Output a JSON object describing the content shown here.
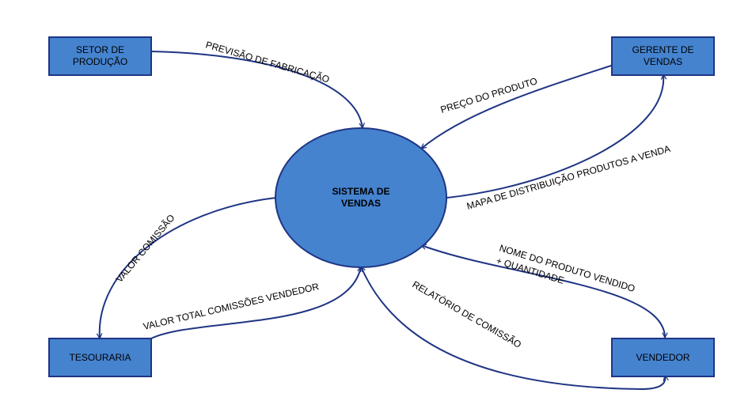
{
  "colors": {
    "box_fill": "#4583cf",
    "box_stroke": "#1f3584",
    "arrow": "#1f3584"
  },
  "center": {
    "line1": "SISTEMA DE",
    "line2": "VENDAS"
  },
  "boxes": {
    "setor": {
      "line1": "SETOR DE",
      "line2": "PRODUÇÃO"
    },
    "gerente": {
      "line1": "GERENTE DE",
      "line2": "VENDAS"
    },
    "tesouraria": {
      "line1": "TESOURARIA"
    },
    "vendedor": {
      "line1": "VENDEDOR"
    }
  },
  "flows": {
    "previsao": "PREVISÃO DE FABRICAÇÃO",
    "preco": "PREÇO DO PRODUTO",
    "mapa": "MAPA DE DISTRIBUIÇÃO PRODUTOS A VENDA",
    "valor_comissao": "VALOR COMISSÃO",
    "valor_total": "VALOR TOTAL COMISSÕES VENDEDOR",
    "nome_produto_1": "NOME DO PRODUTO VENDIDO",
    "nome_produto_2": "+ QUANTIDADE",
    "relatorio": "RELATÓRIO DE COMISSÃO"
  }
}
